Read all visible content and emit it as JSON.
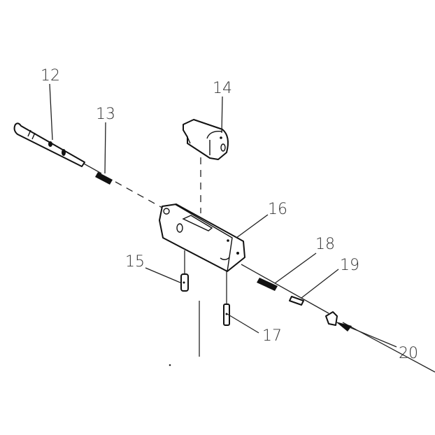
{
  "diagram": {
    "type": "exploded parts diagram",
    "labels": [
      "12",
      "13",
      "14",
      "15",
      "16",
      "17",
      "18",
      "19",
      "20"
    ]
  }
}
